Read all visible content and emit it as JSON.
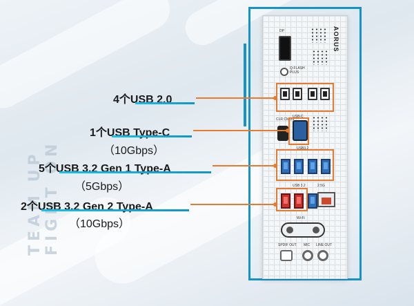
{
  "labels": {
    "usb20": "4个USB 2.0",
    "typec": "1个USB Type-C",
    "typec_speed": "（10Gbps）",
    "gen1": "5个USB 3.2 Gen 1 Type-A",
    "gen1_speed": "（5Gbps）",
    "gen2": "2个USB 3.2 Gen 2 Type-A",
    "gen2_speed": "（10Gbps）"
  },
  "watermark": "TEAM UP\nFIGHT ON",
  "panel": {
    "brand": "AORUS",
    "dp": "DP",
    "qflash": "Q-FLASH PLUS",
    "usb32": "USB3.2",
    "usb32_lower": "USB 3.2",
    "usbc": "USB-C",
    "cmos": "CLR CMOS",
    "wifi": "Wi-Fi",
    "spdif": "SPDIF OUT",
    "mic": "MIC",
    "lineout": "LINE OUT",
    "lan": "2.5G"
  },
  "colors": {
    "accent": "#e67a2e",
    "frame": "#1593c9",
    "underline": "#19c0e8"
  }
}
